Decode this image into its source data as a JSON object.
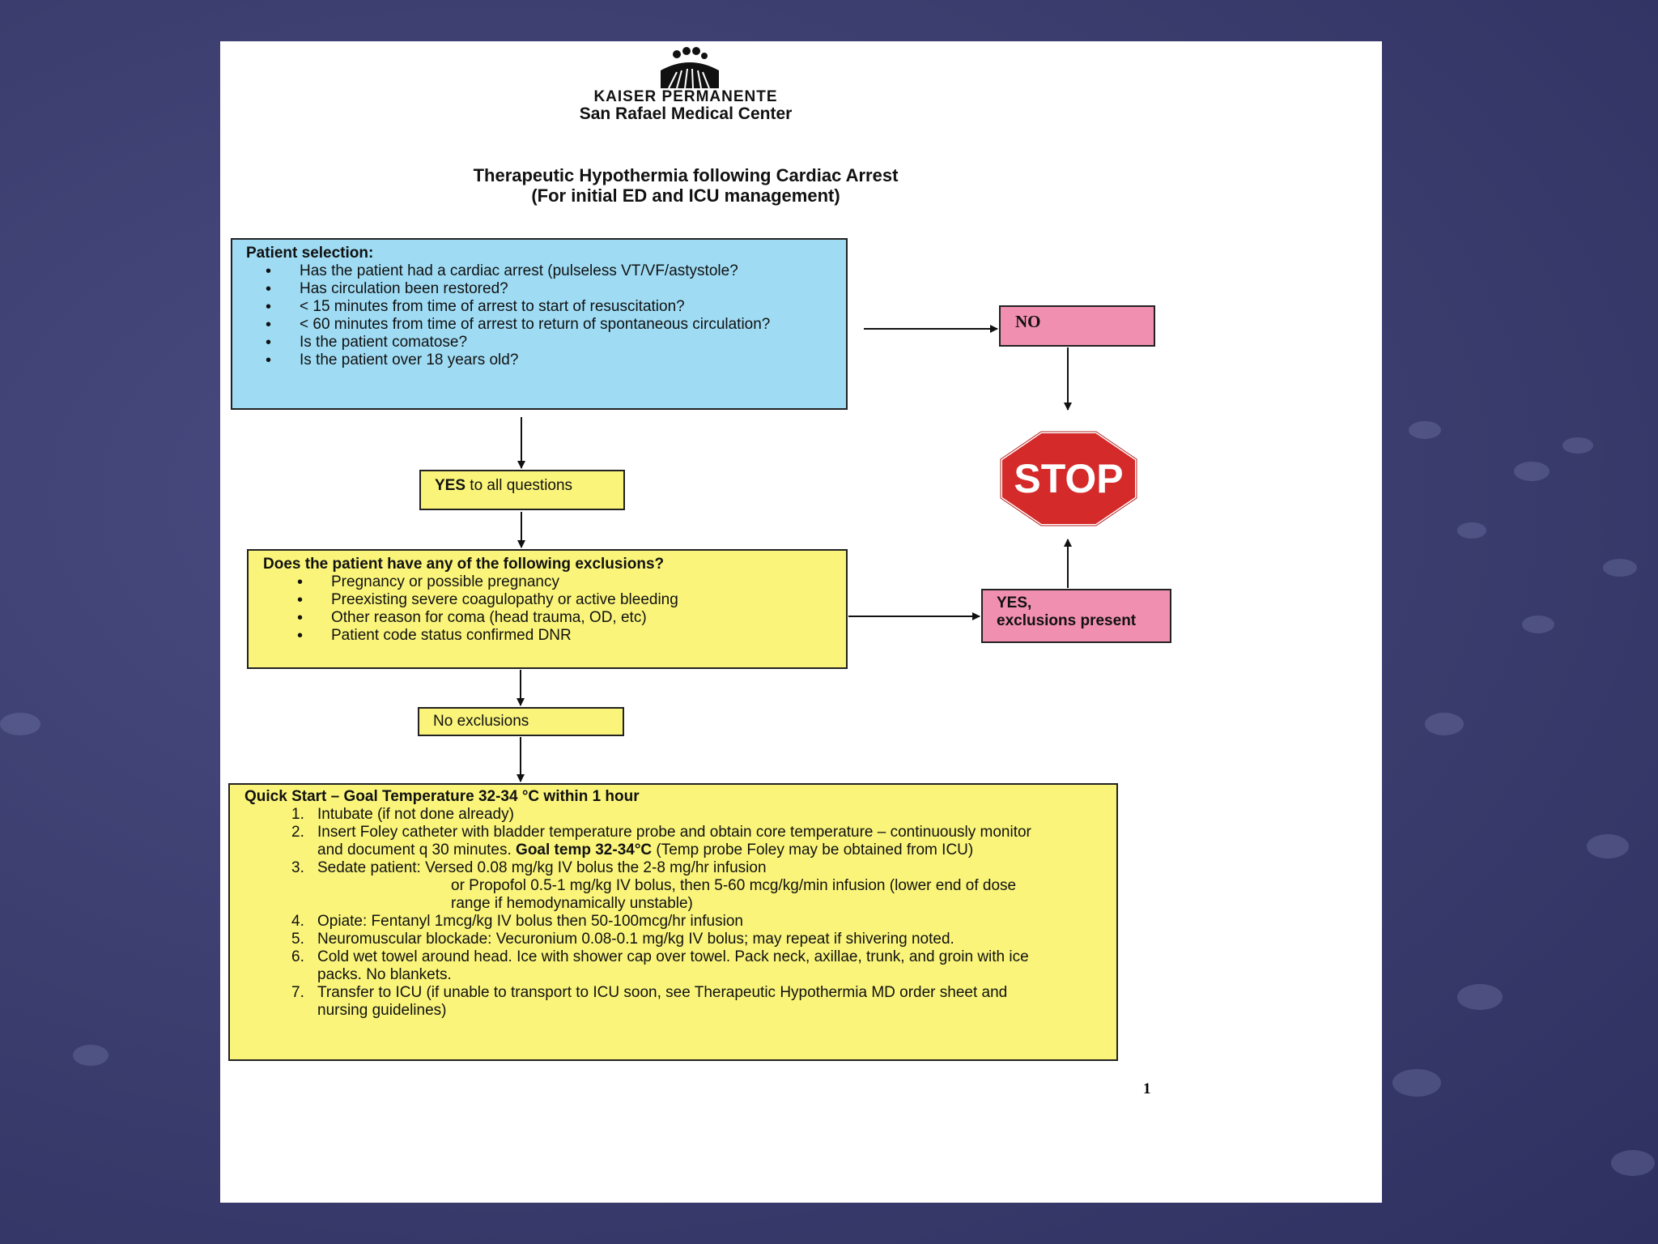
{
  "org": {
    "name": "KAISER PERMANENTE",
    "facility": "San Rafael Medical Center"
  },
  "title": {
    "line1": "Therapeutic Hypothermia following Cardiac Arrest",
    "line2": "(For initial ED and ICU management)"
  },
  "selection": {
    "heading": "Patient selection:",
    "items": [
      "Has the patient had a cardiac arrest (pulseless VT/VF/astystole?",
      "Has circulation been restored?",
      "< 15 minutes from time of arrest to start of resuscitation?",
      "< 60 minutes from time of arrest to return of spontaneous circulation?",
      "Is the patient comatose?",
      "Is the patient over 18 years old?"
    ]
  },
  "no_label": "NO",
  "stop_label": "STOP",
  "yes_all": {
    "bold": "YES",
    "rest": " to all questions"
  },
  "exclusions": {
    "heading": "Does the patient have any of the following exclusions?",
    "items": [
      "Pregnancy or possible pregnancy",
      "Preexisting severe coagulopathy or active bleeding",
      "Other reason for coma (head trauma, OD, etc)",
      "Patient code status confirmed DNR"
    ]
  },
  "yes_exclusions": {
    "line1": "YES,",
    "line2": "exclusions present"
  },
  "no_exclusions": "No exclusions",
  "quick_start": {
    "heading": "Quick Start – Goal Temperature 32-34 °C within 1 hour",
    "items": [
      {
        "n": "1.",
        "text": "Intubate (if not done already)"
      },
      {
        "n": "2.",
        "pre": "Insert Foley catheter with bladder temperature probe and obtain core temperature – continuously monitor and document q 30 minutes. ",
        "bold": "Goal temp 32-34°C",
        "post": " (Temp probe Foley may be obtained from ICU)"
      },
      {
        "n": "3.",
        "text": "Sedate patient: Versed 0.08 mg/kg IV bolus the 2-8 mg/hr infusion",
        "cont": "or Propofol 0.5-1 mg/kg IV bolus, then 5-60 mcg/kg/min infusion (lower end of dose range if hemodynamically unstable)"
      },
      {
        "n": "4.",
        "text": "Opiate: Fentanyl 1mcg/kg IV bolus then 50-100mcg/hr infusion"
      },
      {
        "n": "5.",
        "text": "Neuromuscular blockade: Vecuronium 0.08-0.1 mg/kg IV bolus; may repeat if shivering noted."
      },
      {
        "n": "6.",
        "text": "Cold wet towel around head. Ice with shower cap over towel. Pack neck, axillae, trunk, and groin with ice packs. No blankets."
      },
      {
        "n": "7.",
        "text": "Transfer to ICU (if unable to transport to ICU soon, see Therapeutic Hypothermia MD order sheet and nursing guidelines)"
      }
    ]
  },
  "page_number": "1",
  "colors": {
    "blue_box": "#9fdcf4",
    "yellow_box": "#faf57a",
    "pink_box": "#f08fb0",
    "stop_red": "#d42a2a",
    "background": "#3b3d6e"
  }
}
